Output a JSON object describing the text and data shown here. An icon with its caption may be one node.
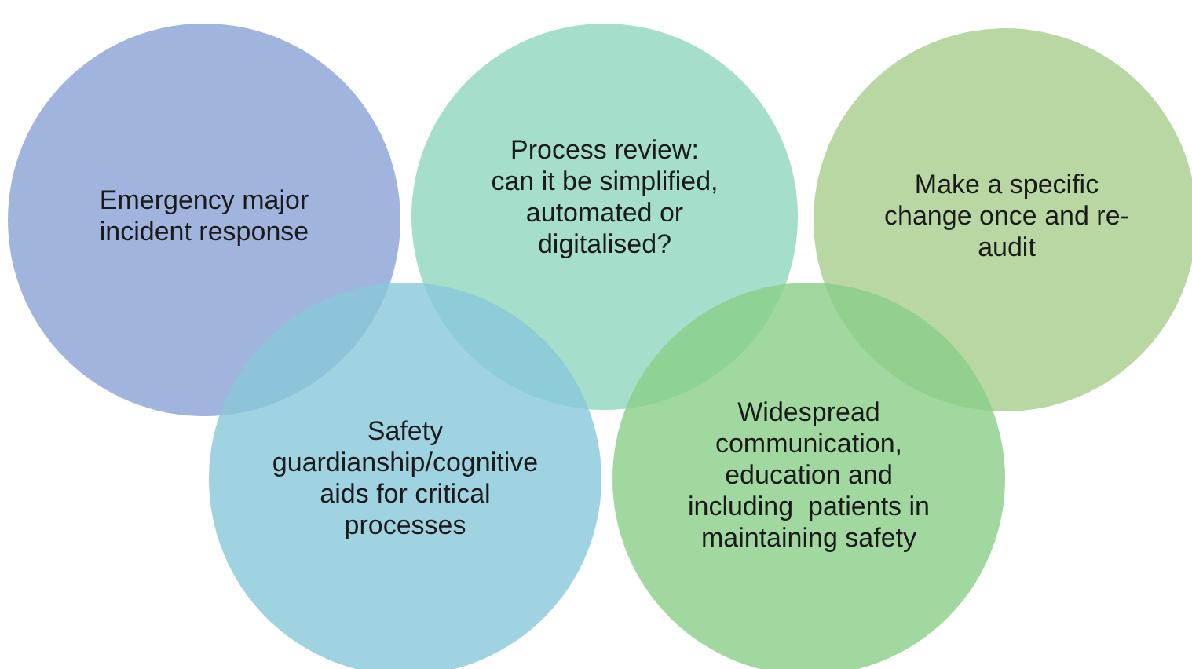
{
  "diagram": {
    "nodes": [
      {
        "text": [
          "Emergency major incident response"
        ]
      },
      {
        "text": [
          "Process review: can it be simplified, automated or digitalised?"
        ]
      },
      {
        "text": [
          "Make a specific change once and re-audit"
        ]
      },
      {
        "text": [
          "Safety guardianship/cognitive aids for critical processes"
        ]
      },
      {
        "text": [
          "Widespread communication, education and including  patients in maintaining safety"
        ]
      }
    ]
  }
}
